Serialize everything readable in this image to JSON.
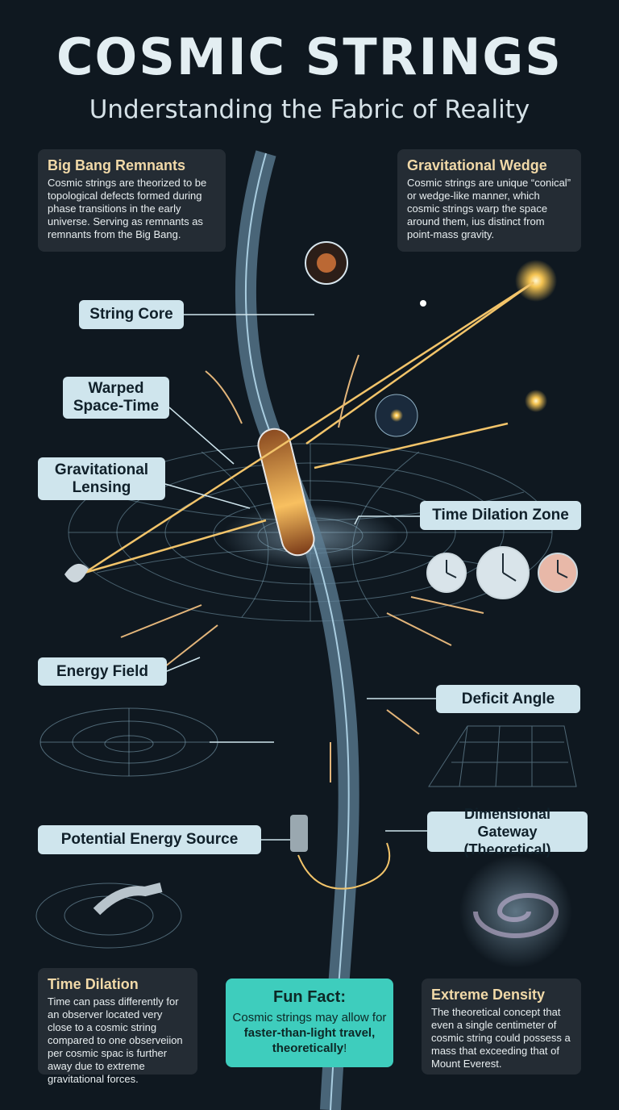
{
  "header": {
    "title": "COSMIC STRINGS",
    "subtitle": "Understanding the Fabric of Reality"
  },
  "info_boxes": {
    "big_bang": {
      "title": "Big Bang Remnants",
      "text": "Cosmic strings are theorized to be topological defects formed during phase transitions in the early universe. Serving as remnants as remnants from the Big Bang."
    },
    "wedge": {
      "title": "Gravitational Wedge",
      "text": "Cosmic strings are unique “conical” or wedge-like manner, which cosmic strings warp the space around them, ius distinct from point-mass gravity."
    },
    "time_dilation": {
      "title": "Time Dilation",
      "text": "Time can pass differently for an observer located very close to a cosmic string compared to one observeiion per cosmic spac is further away due to extreme gravitational forces."
    },
    "density": {
      "title": "Extreme Density",
      "text": "The theoretical concept that even a single centimeter of cosmic string could possess a mass that exceeding that of Mount Everest."
    }
  },
  "fun_fact": {
    "title": "Fun Fact:",
    "text_before": "Cosmic strings may allow for ",
    "text_bold": "faster-than-light travel, theoretically",
    "text_after": "!"
  },
  "labels": {
    "string_core": "String Core",
    "warped": "Warped Space-Time",
    "lensing": "Gravitational Lensing",
    "time_zone": "Time Dilation Zone",
    "energy_field": "Energy Field",
    "deficit": "Deficit Angle",
    "energy_source": "Potential Energy Source",
    "gateway": "Dimensional Gateway (Theoretical)"
  },
  "colors": {
    "background": "#0f1820",
    "label_bg": "#cfe5ed",
    "heading": "#f1d9a8",
    "fun_fact_bg": "#3ecdbd",
    "light_ray": "#f2c46a"
  }
}
